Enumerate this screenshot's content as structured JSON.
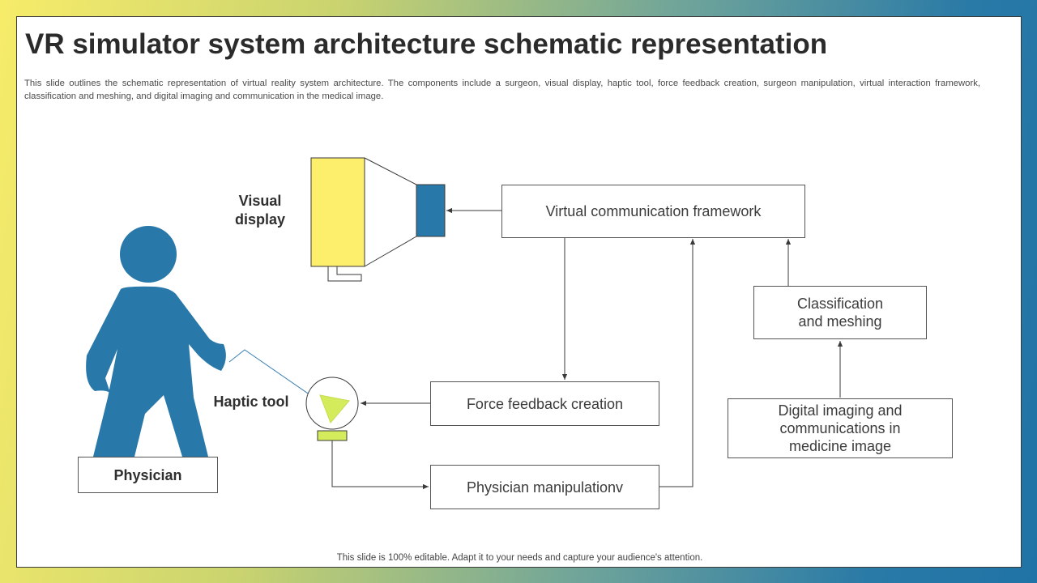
{
  "slide": {
    "title": "VR simulator system architecture schematic representation",
    "description": "This slide outlines the schematic representation of virtual reality system architecture. The components include a surgeon, visual display, haptic tool, force feedback creation, surgeon manipulation, virtual interaction framework, classification and meshing, and digital imaging and communication in the medical image.",
    "footer": "This slide is 100% editable. Adapt it to your needs and capture your audience's attention."
  },
  "diagram": {
    "labels": {
      "visual_display": "Visual\ndisplay",
      "haptic_tool": "Haptic tool"
    },
    "nodes": {
      "physician": "Physician",
      "virtual_framework": "Virtual communication framework",
      "force_feedback": "Force feedback creation",
      "physician_manipulation": "Physician manipulationv",
      "classification": "Classification\nand meshing",
      "digital_imaging": "Digital imaging and\ncommunications in\nmedicine image"
    },
    "edges": [
      {
        "from": "virtual_framework",
        "to": "visual_display"
      },
      {
        "from": "virtual_framework",
        "to": "force_feedback"
      },
      {
        "from": "force_feedback",
        "to": "haptic_tool"
      },
      {
        "from": "haptic_tool",
        "to": "physician_manipulation"
      },
      {
        "from": "physician_manipulation",
        "to": "virtual_framework"
      },
      {
        "from": "classification",
        "to": "virtual_framework"
      },
      {
        "from": "digital_imaging",
        "to": "classification"
      }
    ],
    "colors": {
      "figure_blue": "#2878aa",
      "display_yellow": "#fdef6c",
      "haptic_green": "#d4ec5c",
      "line": "#3a3a3a"
    }
  }
}
